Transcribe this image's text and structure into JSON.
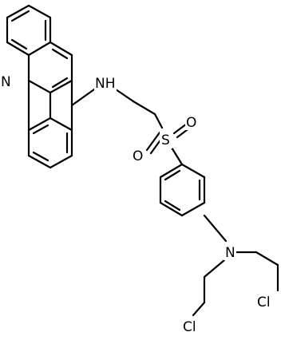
{
  "structure": {
    "atoms": {
      "ring_n": "N",
      "amine": "NH",
      "sulfur": "S",
      "oxygen_1": "O",
      "oxygen_2": "O",
      "aniline_n": "N",
      "chlorine_1": "Cl",
      "chlorine_2": "Cl"
    }
  }
}
